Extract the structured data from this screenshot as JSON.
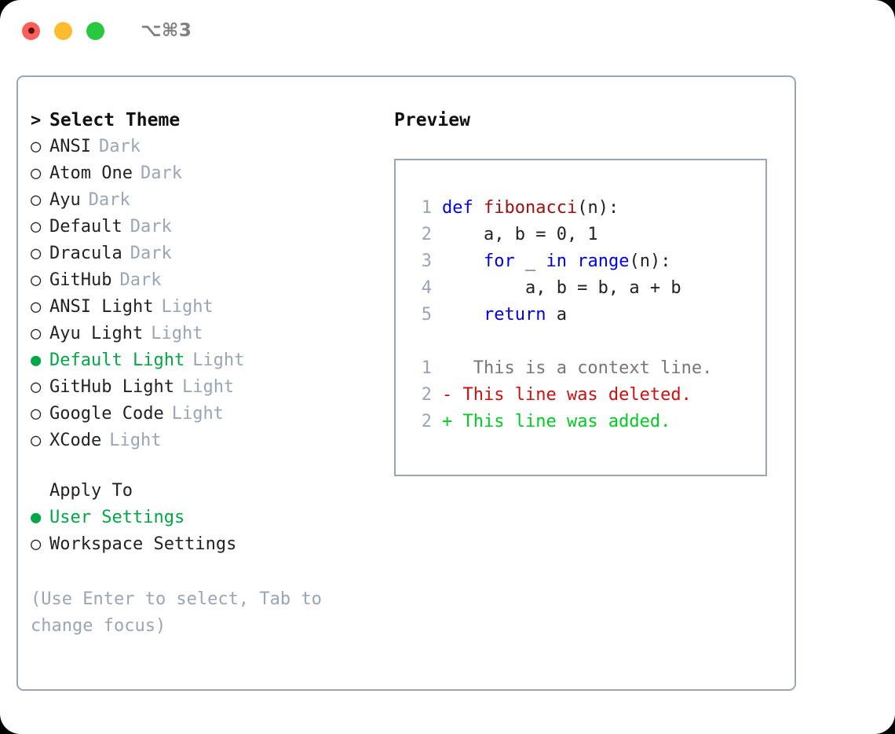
{
  "titlebar": {
    "lights": [
      {
        "name": "close",
        "color": "#f9605b"
      },
      {
        "name": "minimize",
        "color": "#fbbd2e"
      },
      {
        "name": "maximize",
        "color": "#28c840"
      }
    ],
    "shortcut": "⌥⌘3"
  },
  "theme_picker": {
    "header_marker": ">",
    "header_label": "Select Theme",
    "selected_theme": "Default Light",
    "items": [
      {
        "marker": "○",
        "label": "ANSI",
        "variant": "Dark",
        "selected": false
      },
      {
        "marker": "○",
        "label": "Atom One",
        "variant": "Dark",
        "selected": false
      },
      {
        "marker": "○",
        "label": "Ayu",
        "variant": "Dark",
        "selected": false
      },
      {
        "marker": "○",
        "label": "Default",
        "variant": "Dark",
        "selected": false
      },
      {
        "marker": "○",
        "label": "Dracula",
        "variant": "Dark",
        "selected": false
      },
      {
        "marker": "○",
        "label": "GitHub",
        "variant": "Dark",
        "selected": false
      },
      {
        "marker": "○",
        "label": "ANSI Light",
        "variant": "Light",
        "selected": false
      },
      {
        "marker": "○",
        "label": "Ayu Light",
        "variant": "Light",
        "selected": false
      },
      {
        "marker": "●",
        "label": "Default Light",
        "variant": "Light",
        "selected": true
      },
      {
        "marker": "○",
        "label": "GitHub Light",
        "variant": "Light",
        "selected": false
      },
      {
        "marker": "○",
        "label": "Google Code",
        "variant": "Light",
        "selected": false
      },
      {
        "marker": "○",
        "label": "XCode",
        "variant": "Light",
        "selected": false
      }
    ]
  },
  "apply_to": {
    "title": "Apply To",
    "selected": "User Settings",
    "options": [
      {
        "marker": "●",
        "label": "User Settings",
        "selected": true
      },
      {
        "marker": "○",
        "label": "Workspace Settings",
        "selected": false
      }
    ]
  },
  "hint": "(Use Enter to select, Tab to change focus)",
  "preview": {
    "title": "Preview",
    "code_lines": [
      {
        "lineno": "1",
        "tokens": [
          {
            "text": "def ",
            "kind": "keyword"
          },
          {
            "text": "fibonacci",
            "kind": "function"
          },
          {
            "text": "(n):",
            "kind": "plain"
          }
        ]
      },
      {
        "lineno": "2",
        "tokens": [
          {
            "text": "    a, b = 0, 1",
            "kind": "plain"
          }
        ]
      },
      {
        "lineno": "3",
        "tokens": [
          {
            "text": "    ",
            "kind": "plain"
          },
          {
            "text": "for",
            "kind": "keyword"
          },
          {
            "text": " _ ",
            "kind": "plain"
          },
          {
            "text": "in",
            "kind": "keyword"
          },
          {
            "text": " ",
            "kind": "plain"
          },
          {
            "text": "range",
            "kind": "keyword"
          },
          {
            "text": "(n):",
            "kind": "plain"
          }
        ]
      },
      {
        "lineno": "4",
        "tokens": [
          {
            "text": "        a, b = b, a + b",
            "kind": "plain"
          }
        ]
      },
      {
        "lineno": "5",
        "tokens": [
          {
            "text": "    ",
            "kind": "plain"
          },
          {
            "text": "return",
            "kind": "keyword"
          },
          {
            "text": " a",
            "kind": "plain"
          }
        ]
      }
    ],
    "diff_lines": [
      {
        "lineno": "1",
        "sign": " ",
        "text": "  This is a context line.",
        "kind": "context"
      },
      {
        "lineno": "2",
        "sign": "-",
        "text": " This line was deleted.",
        "kind": "deleted"
      },
      {
        "lineno": "2",
        "sign": "+",
        "text": " This line was added.",
        "kind": "added"
      }
    ]
  },
  "colors": {
    "accent_green": "#00a844",
    "diff_add": "#00cc22",
    "diff_del": "#cc1111",
    "muted": "#9aa5b5",
    "keyword": "#0000ee",
    "function": "#a01010",
    "border": "#9aa5b5"
  }
}
